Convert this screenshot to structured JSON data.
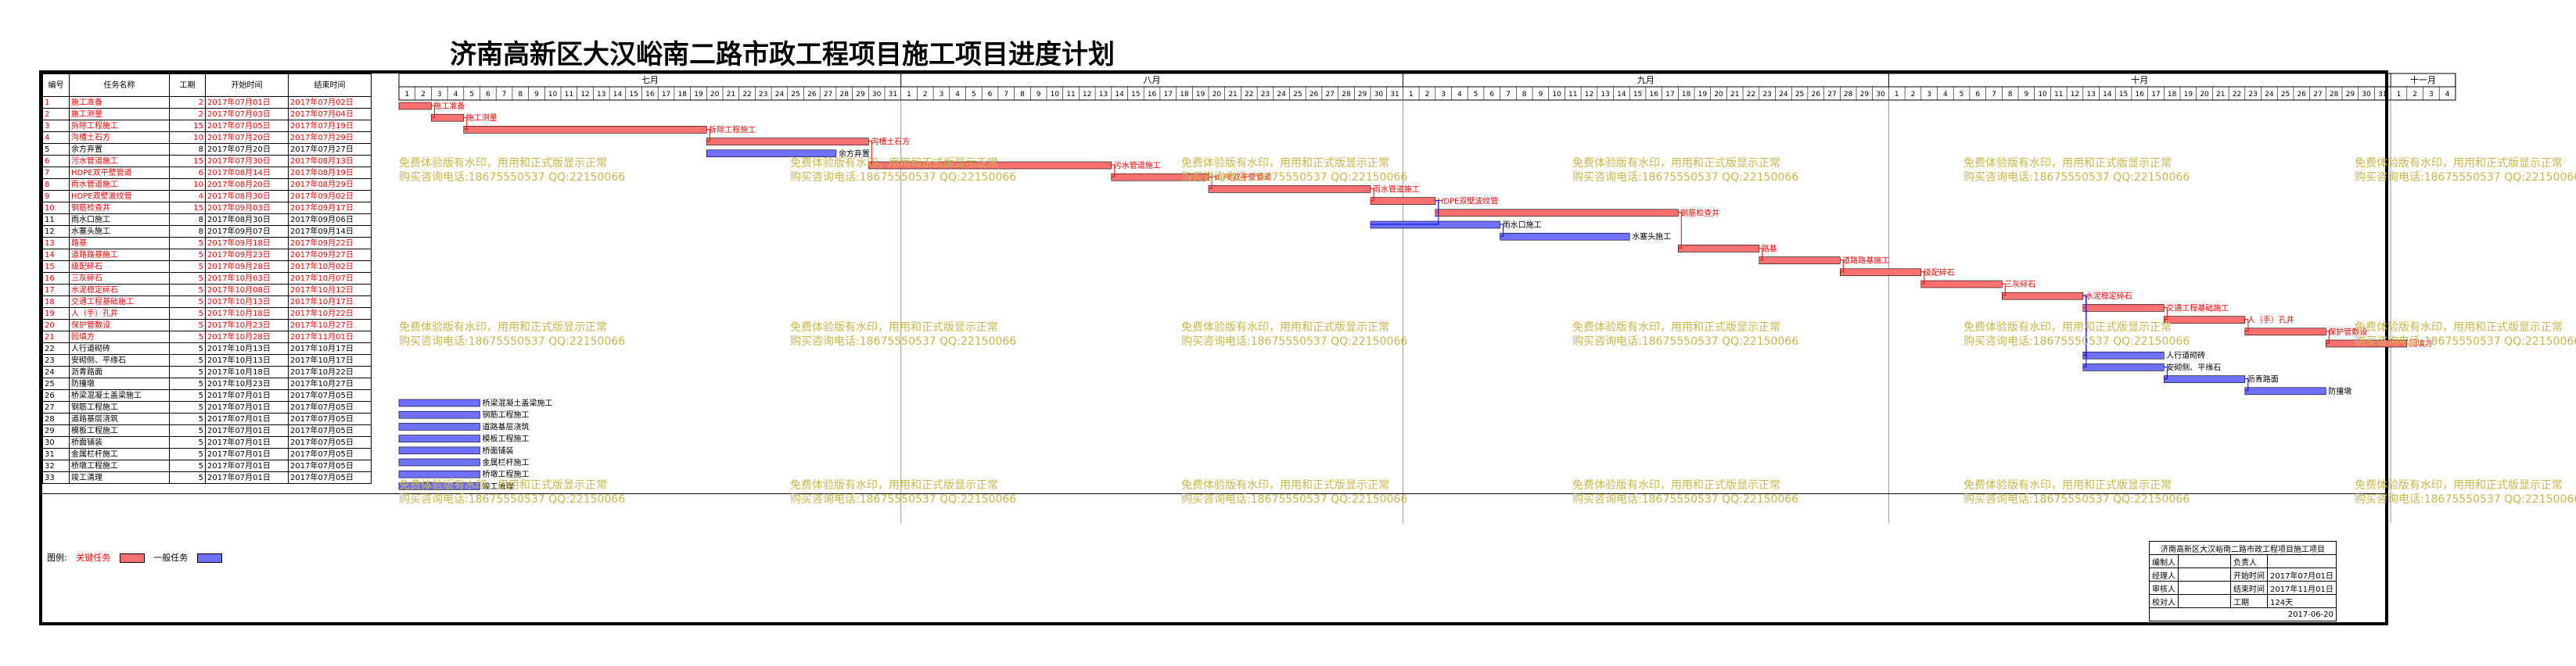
{
  "title": "济南高新区大汉峪南二路市政工程项目施工项目进度计划",
  "columns": {
    "id": "编号",
    "name": "任务名称",
    "days": "工期",
    "start": "开始时间",
    "end": "结束时间"
  },
  "months": [
    "七月",
    "八月",
    "九月",
    "十月",
    "十一月"
  ],
  "month_days": [
    31,
    31,
    30,
    31,
    4
  ],
  "tasks": [
    {
      "id": "1",
      "name": "施工准备",
      "days": "2",
      "start": "2017年07月01日",
      "end": "2017年07月02日",
      "critical": true,
      "s": 1,
      "d": 2,
      "label": "施工准备"
    },
    {
      "id": "2",
      "name": "施工测量",
      "days": "2",
      "start": "2017年07月03日",
      "end": "2017年07月04日",
      "critical": true,
      "s": 3,
      "d": 2,
      "label": "施工测量"
    },
    {
      "id": "3",
      "name": "拆除工程施工",
      "days": "15",
      "start": "2017年07月05日",
      "end": "2017年07月19日",
      "critical": true,
      "s": 5,
      "d": 15,
      "label": "拆除工程施工"
    },
    {
      "id": "4",
      "name": "沟槽土石方",
      "days": "10",
      "start": "2017年07月20日",
      "end": "2017年07月29日",
      "critical": true,
      "s": 20,
      "d": 10,
      "label": "沟槽土石方"
    },
    {
      "id": "5",
      "name": "余方弃置",
      "days": "8",
      "start": "2017年07月20日",
      "end": "2017年07月27日",
      "critical": false,
      "s": 20,
      "d": 8,
      "label": "余方弃置"
    },
    {
      "id": "6",
      "name": "污水管道施工",
      "days": "15",
      "start": "2017年07月30日",
      "end": "2017年08月13日",
      "critical": true,
      "s": 30,
      "d": 15,
      "label": "污水管道施工"
    },
    {
      "id": "7",
      "name": "HDPE双平壁管道",
      "days": "6",
      "start": "2017年08月14日",
      "end": "2017年08月19日",
      "critical": true,
      "s": 45,
      "d": 6,
      "label": "HDPE双平壁管道"
    },
    {
      "id": "8",
      "name": "雨水管道施工",
      "days": "10",
      "start": "2017年08月20日",
      "end": "2017年08月29日",
      "critical": true,
      "s": 51,
      "d": 10,
      "label": "雨水管道施工"
    },
    {
      "id": "9",
      "name": "HDPE双壁波纹管",
      "days": "4",
      "start": "2017年08月30日",
      "end": "2017年09月02日",
      "critical": true,
      "s": 61,
      "d": 4,
      "label": "HDPE双壁波纹管"
    },
    {
      "id": "10",
      "name": "钢筋检查井",
      "days": "15",
      "start": "2017年09月03日",
      "end": "2017年09月17日",
      "critical": true,
      "s": 65,
      "d": 15,
      "label": "钢筋检查井"
    },
    {
      "id": "11",
      "name": "雨水口施工",
      "days": "8",
      "start": "2017年08月30日",
      "end": "2017年09月06日",
      "critical": false,
      "s": 61,
      "d": 8,
      "label": "雨水口施工"
    },
    {
      "id": "12",
      "name": "水塞头施工",
      "days": "8",
      "start": "2017年09月07日",
      "end": "2017年09月14日",
      "critical": false,
      "s": 69,
      "d": 8,
      "label": "水塞头施工"
    },
    {
      "id": "13",
      "name": "路基",
      "days": "5",
      "start": "2017年09月18日",
      "end": "2017年09月22日",
      "critical": true,
      "s": 80,
      "d": 5,
      "label": "路基"
    },
    {
      "id": "14",
      "name": "道路路基施工",
      "days": "5",
      "start": "2017年09月23日",
      "end": "2017年09月27日",
      "critical": true,
      "s": 85,
      "d": 5,
      "label": "道路路基施工"
    },
    {
      "id": "15",
      "name": "级配碎石",
      "days": "5",
      "start": "2017年09月28日",
      "end": "2017年10月02日",
      "critical": true,
      "s": 90,
      "d": 5,
      "label": "级配碎石"
    },
    {
      "id": "16",
      "name": "三灰碎石",
      "days": "5",
      "start": "2017年10月03日",
      "end": "2017年10月07日",
      "critical": true,
      "s": 95,
      "d": 5,
      "label": "三灰碎石"
    },
    {
      "id": "17",
      "name": "水泥稳定碎石",
      "days": "5",
      "start": "2017年10月08日",
      "end": "2017年10月12日",
      "critical": true,
      "s": 100,
      "d": 5,
      "label": "水泥稳定碎石"
    },
    {
      "id": "18",
      "name": "交通工程基础施工",
      "days": "5",
      "start": "2017年10月13日",
      "end": "2017年10月17日",
      "critical": true,
      "s": 105,
      "d": 5,
      "label": "交通工程基础施工"
    },
    {
      "id": "19",
      "name": "人（手）孔井",
      "days": "5",
      "start": "2017年10月18日",
      "end": "2017年10月22日",
      "critical": true,
      "s": 110,
      "d": 5,
      "label": "人（手）孔井"
    },
    {
      "id": "20",
      "name": "保护管敷设",
      "days": "5",
      "start": "2017年10月23日",
      "end": "2017年10月27日",
      "critical": true,
      "s": 115,
      "d": 5,
      "label": "保护管敷设"
    },
    {
      "id": "21",
      "name": "回填方",
      "days": "5",
      "start": "2017年10月28日",
      "end": "2017年11月01日",
      "critical": true,
      "s": 120,
      "d": 5,
      "label": "回填方"
    },
    {
      "id": "22",
      "name": "人行道砌砖",
      "days": "5",
      "start": "2017年10月13日",
      "end": "2017年10月17日",
      "critical": false,
      "s": 105,
      "d": 5,
      "label": "人行道砌砖"
    },
    {
      "id": "23",
      "name": "安砌侧、平缘石",
      "days": "5",
      "start": "2017年10月13日",
      "end": "2017年10月17日",
      "critical": false,
      "s": 105,
      "d": 5,
      "label": "安砌侧、平缘石"
    },
    {
      "id": "24",
      "name": "沥青路面",
      "days": "5",
      "start": "2017年10月18日",
      "end": "2017年10月22日",
      "critical": false,
      "s": 110,
      "d": 5,
      "label": "沥青路面"
    },
    {
      "id": "25",
      "name": "防撞墩",
      "days": "5",
      "start": "2017年10月23日",
      "end": "2017年10月27日",
      "critical": false,
      "s": 115,
      "d": 5,
      "label": "防撞墩"
    },
    {
      "id": "26",
      "name": "桥梁混凝土盖梁施工",
      "days": "5",
      "start": "2017年07月01日",
      "end": "2017年07月05日",
      "critical": false,
      "s": 1,
      "d": 5,
      "label": "桥梁混凝土盖梁施工"
    },
    {
      "id": "27",
      "name": "钢筋工程施工",
      "days": "5",
      "start": "2017年07月01日",
      "end": "2017年07月05日",
      "critical": false,
      "s": 1,
      "d": 5,
      "label": "钢筋工程施工"
    },
    {
      "id": "28",
      "name": "道路基层浇筑",
      "days": "5",
      "start": "2017年07月01日",
      "end": "2017年07月05日",
      "critical": false,
      "s": 1,
      "d": 5,
      "label": "道路基层浇筑"
    },
    {
      "id": "29",
      "name": "模板工程施工",
      "days": "5",
      "start": "2017年07月01日",
      "end": "2017年07月05日",
      "critical": false,
      "s": 1,
      "d": 5,
      "label": "模板工程施工"
    },
    {
      "id": "30",
      "name": "桥面铺装",
      "days": "5",
      "start": "2017年07月01日",
      "end": "2017年07月05日",
      "critical": false,
      "s": 1,
      "d": 5,
      "label": "桥面铺装"
    },
    {
      "id": "31",
      "name": "金属栏杆施工",
      "days": "5",
      "start": "2017年07月01日",
      "end": "2017年07月05日",
      "critical": false,
      "s": 1,
      "d": 5,
      "label": "金属栏杆施工"
    },
    {
      "id": "32",
      "name": "桥墩工程施工",
      "days": "5",
      "start": "2017年07月01日",
      "end": "2017年07月05日",
      "critical": false,
      "s": 1,
      "d": 5,
      "label": "桥墩工程施工"
    },
    {
      "id": "33",
      "name": "竣工清理",
      "days": "5",
      "start": "2017年07月01日",
      "end": "2017年07月05日",
      "critical": false,
      "s": 1,
      "d": 5,
      "label": "竣工清理"
    }
  ],
  "legend": {
    "label": "图例:",
    "critical": "关键任务",
    "normal": "一般任务"
  },
  "colors": {
    "critical": "#ff7070",
    "normal": "#7070ff",
    "critical_text": "#ff0000",
    "grid": "#000000",
    "watermark": "#c8b64c"
  },
  "watermark": {
    "line1": "免费体验版有水印，用用和正式版显示正常",
    "line2": "购买咨询电话:18675550537 QQ:22150066"
  },
  "titleblock": {
    "heading": "济南高新区大汉峪南二路市政工程项目施工项目",
    "r1a": "编制人",
    "r1b": "负责人",
    "r2a": "经理人",
    "r2b": "开始时间",
    "r2c": "2017年07月01日",
    "r3a": "审核人",
    "r3b": "结束时间",
    "r3c": "2017年11月01日",
    "r4a": "校对人",
    "r4b": "工期",
    "r4c": "124天",
    "date": "2017-06-20"
  }
}
